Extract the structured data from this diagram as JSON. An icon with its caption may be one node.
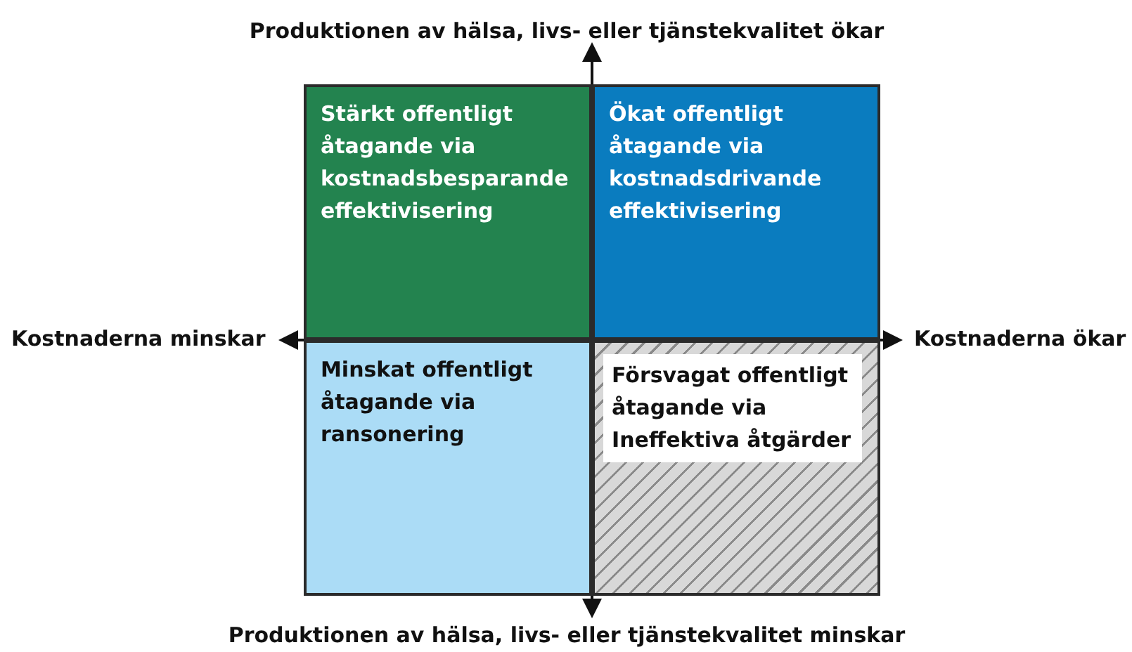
{
  "diagram": {
    "nodes": [
      {
        "text": [
          "Stärkt offentligt åtagande via kostnadsbesparande effektivisering"
        ]
      },
      {
        "text": [
          "Ökat offentligt åtagande via kostnadsdrivande effektivisering"
        ]
      },
      {
        "text": [
          "Minskat offentligt åtagande via ransonering"
        ]
      },
      {
        "text": [
          "Försvagat offentligt åtagande via Ineffektiva åtgärder"
        ]
      }
    ],
    "labels": [
      "Produktionen av hälsa, livs- eller tjänstekvalitet ökar",
      "Kostnaderna minskar",
      "Kostnaderna ökar",
      "Produktionen av hälsa, livs- eller tjänstekvalitet minskar"
    ]
  }
}
